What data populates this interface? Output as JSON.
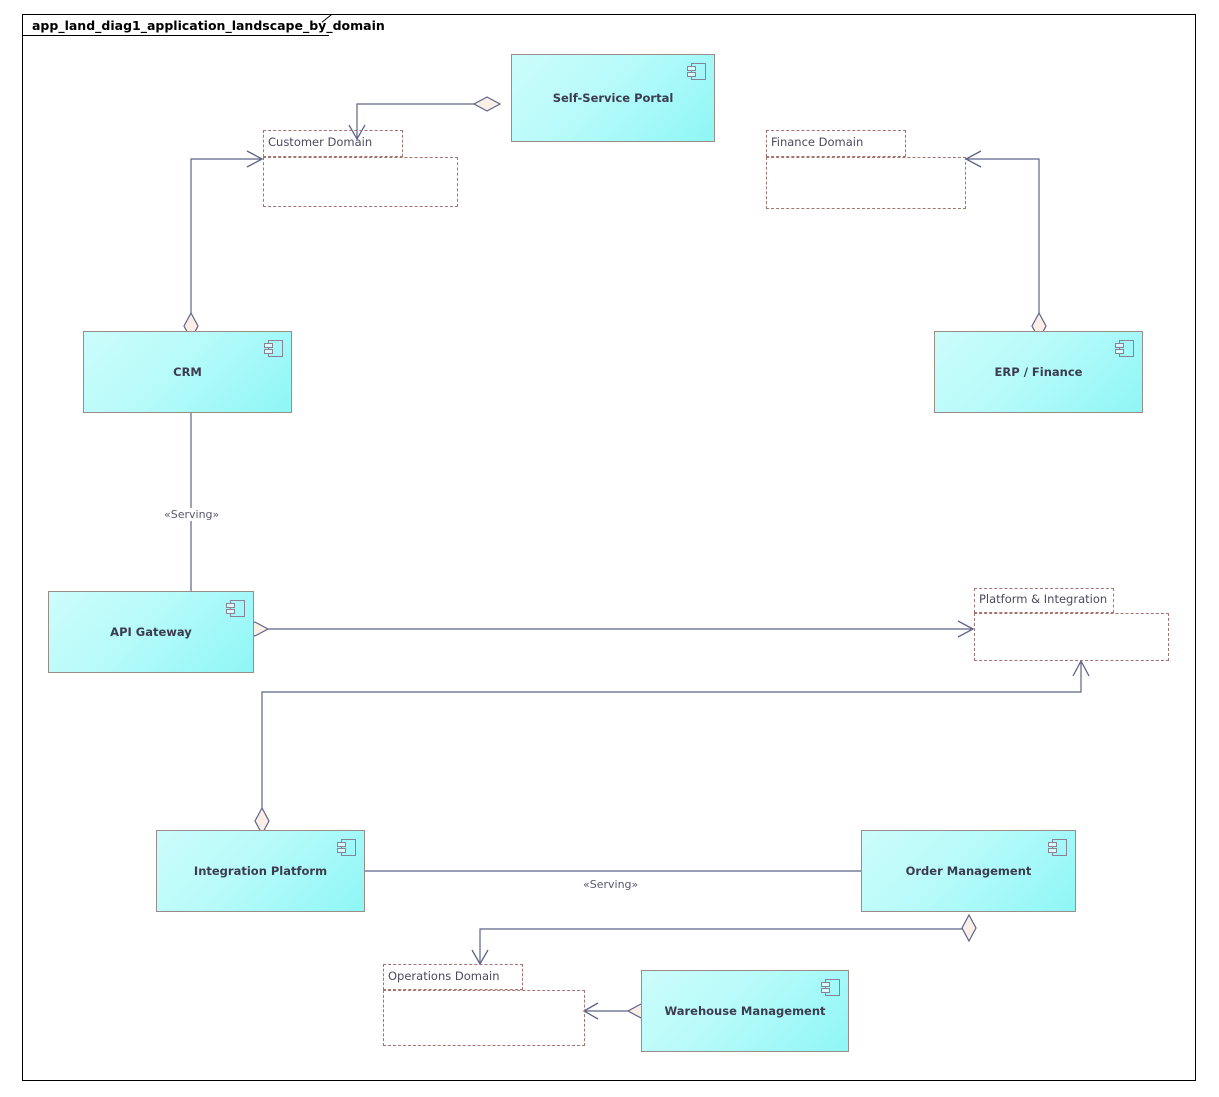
{
  "diagram": {
    "title": "app_land_diag1_application_landscape_by_domain",
    "notation": "UML component diagram",
    "colors": {
      "component_fill_light": "#ccfcfb",
      "component_fill_dark": "#8ff6f6",
      "component_border": "#9a8c86",
      "component_text": "#3d3b4f",
      "group_border": "#a3756e",
      "group_text": "#4b4a5e",
      "connector": "#5d6389",
      "diamond_fill": "#fbeee6",
      "frame_border": "#000000",
      "canvas": "#ffffff"
    }
  },
  "components": [
    {
      "id": "self_service_portal",
      "label": "Self-Service Portal",
      "icon": "uml-component-icon"
    },
    {
      "id": "crm",
      "label": "CRM",
      "icon": "uml-component-icon"
    },
    {
      "id": "erp_finance",
      "label": "ERP / Finance",
      "icon": "uml-component-icon"
    },
    {
      "id": "api_gateway",
      "label": "API Gateway",
      "icon": "uml-component-icon"
    },
    {
      "id": "integration_platform",
      "label": "Integration Platform",
      "icon": "uml-component-icon"
    },
    {
      "id": "order_management",
      "label": "Order Management",
      "icon": "uml-component-icon"
    },
    {
      "id": "warehouse_management",
      "label": "Warehouse Management",
      "icon": "uml-component-icon"
    }
  ],
  "groups": [
    {
      "id": "customer_domain",
      "label": "Customer Domain"
    },
    {
      "id": "finance_domain",
      "label": "Finance Domain"
    },
    {
      "id": "platform_integration",
      "label": "Platform & Integration"
    },
    {
      "id": "operations_domain",
      "label": "Operations Domain"
    }
  ],
  "connectors": [
    {
      "id": "portal_to_customer",
      "from": "self_service_portal",
      "to": "customer_domain",
      "source_marker": "aggregation-diamond",
      "target_marker": "open-arrow",
      "label": ""
    },
    {
      "id": "crm_to_customer",
      "from": "crm",
      "to": "customer_domain",
      "source_marker": "aggregation-diamond",
      "target_marker": "open-arrow",
      "label": ""
    },
    {
      "id": "erp_to_finance",
      "from": "erp_finance",
      "to": "finance_domain",
      "source_marker": "aggregation-diamond",
      "target_marker": "open-arrow",
      "label": ""
    },
    {
      "id": "crm_to_api_gateway",
      "from": "crm",
      "to": "api_gateway",
      "source_marker": "none",
      "target_marker": "none",
      "label": "«Serving»"
    },
    {
      "id": "api_gateway_to_platform",
      "from": "api_gateway",
      "to": "platform_integration",
      "source_marker": "aggregation-diamond",
      "target_marker": "open-arrow",
      "label": ""
    },
    {
      "id": "integration_to_platform",
      "from": "integration_platform",
      "to": "platform_integration",
      "source_marker": "aggregation-diamond",
      "target_marker": "open-arrow",
      "label": ""
    },
    {
      "id": "integration_to_order",
      "from": "integration_platform",
      "to": "order_management",
      "source_marker": "none",
      "target_marker": "none",
      "label": "«Serving»"
    },
    {
      "id": "order_to_operations",
      "from": "order_management",
      "to": "operations_domain",
      "source_marker": "aggregation-diamond",
      "target_marker": "open-arrow",
      "label": ""
    },
    {
      "id": "warehouse_to_operations",
      "from": "warehouse_management",
      "to": "operations_domain",
      "source_marker": "aggregation-diamond",
      "target_marker": "open-arrow",
      "label": ""
    }
  ],
  "edge_labels": {
    "crm_api_serving": "«Serving»",
    "integration_order_serving": "«Serving»"
  }
}
